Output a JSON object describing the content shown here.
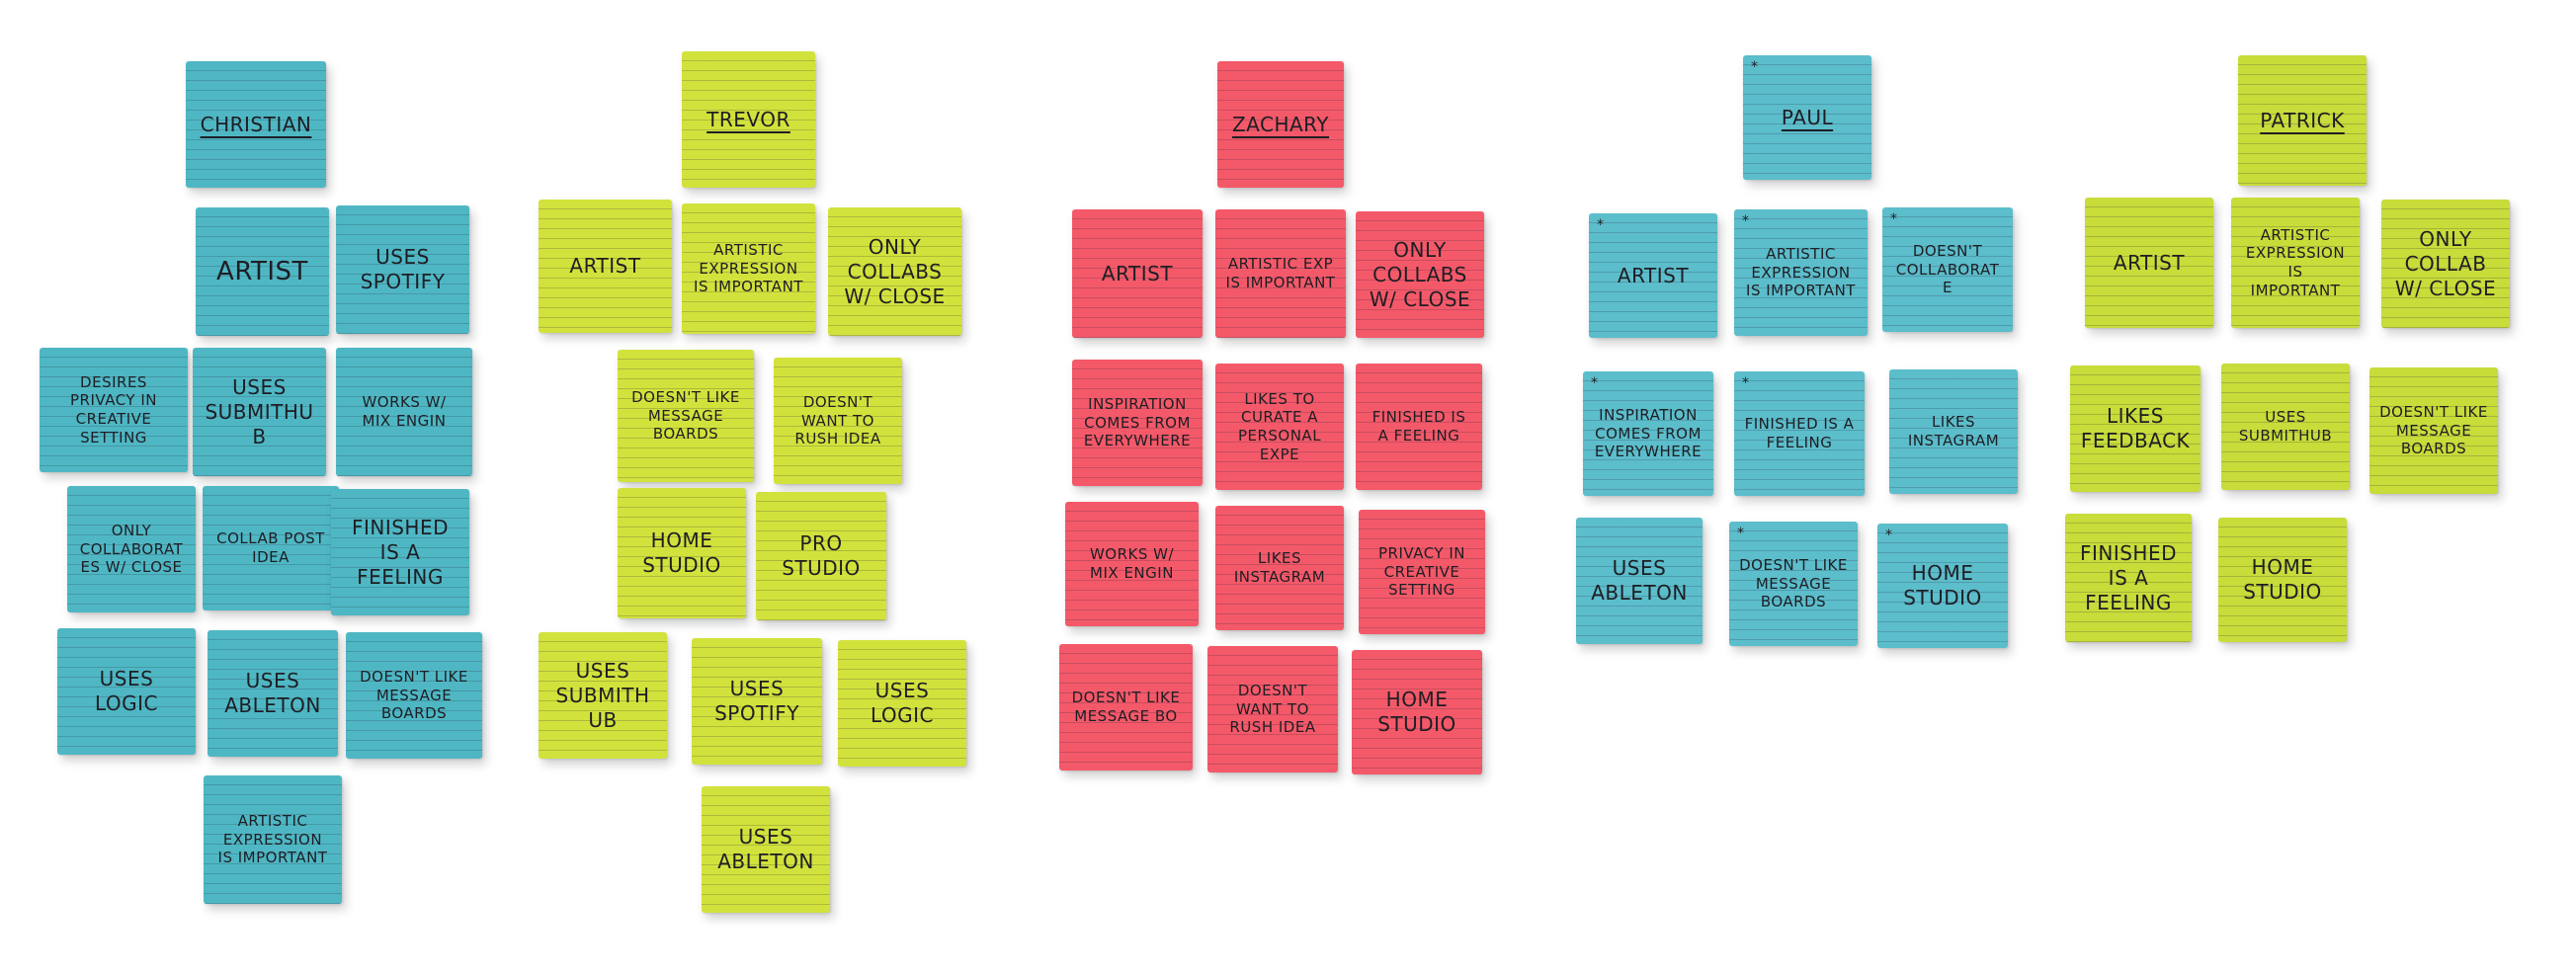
{
  "columns": [
    {
      "header": "Christian",
      "notes": [
        "Artist",
        "Uses Spotify",
        "Desires Privacy in Creative Setting",
        "Uses SubmitHub",
        "Works w/ Mix Engin",
        "Only Collaborates w/ Close",
        "Collab Post Idea",
        "Finished is a Feeling",
        "Uses Logic",
        "Uses Ableton",
        "Doesn't Like Message Boards",
        "Artistic Expression is Important"
      ]
    },
    {
      "header": "Trevor",
      "notes": [
        "Artist",
        "Artistic Expression is Important",
        "Only Collabs w/ Close",
        "Doesn't Like Message Boards",
        "Doesn't Want to Rush Idea",
        "Home Studio",
        "Pro Studio",
        "Uses SubmitHub",
        "Uses Spotify",
        "Uses Logic",
        "Uses Ableton"
      ]
    },
    {
      "header": "Zachary",
      "notes": [
        "Artist",
        "Artistic Exp is Important",
        "Only Collabs w/ Close",
        "Inspiration Comes from Everywhere",
        "Likes to Curate a Personal Expe",
        "Finished is a Feeling",
        "Works w/ Mix Engin",
        "Likes Instagram",
        "Privacy in Creative Setting",
        "Doesn't Like Message Bo",
        "Doesn't Want to Rush Idea",
        "Home Studio"
      ]
    },
    {
      "header": "Paul",
      "notes": [
        "Artist",
        "Artistic Expression is Important",
        "Doesn't Collaborate",
        "Inspiration Comes from Everywhere",
        "Finished is a Feeling",
        "Likes Instagram",
        "Uses Ableton",
        "Doesn't Like Message Boards",
        "Home Studio"
      ]
    },
    {
      "header": "Patrick",
      "notes": [
        "Artist",
        "Artistic Expression is Important",
        "Only Collab w/ Close",
        "Likes Feedback",
        "Uses SubmitHub",
        "Doesn't Like Message Boards",
        "Finished is a Feeling",
        "Home Studio"
      ]
    }
  ],
  "marker": "*"
}
